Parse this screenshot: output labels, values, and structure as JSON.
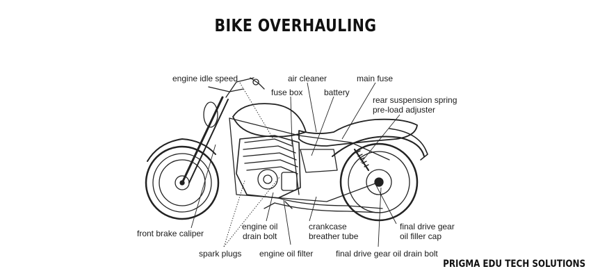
{
  "title": "BIKE OVERHAULING",
  "footer": "PRIGMA EDU TECH SOLUTIONS",
  "labels": {
    "engine_idle_speed": "engine idle speed",
    "air_cleaner": "air cleaner",
    "main_fuse": "main fuse",
    "fuse_box": "fuse box",
    "battery": "battery",
    "rear_suspension_line1": "rear suspension spring",
    "rear_suspension_line2": "pre-load adjuster",
    "front_brake_caliper": "front brake caliper",
    "engine_oil_drain_line1": "engine oil",
    "engine_oil_drain_line2": "drain bolt",
    "crankcase_line1": "crankcase",
    "crankcase_line2": "breather tube",
    "final_drive_filler_line1": "final drive gear",
    "final_drive_filler_line2": "oil filler cap",
    "spark_plugs": "spark plugs",
    "engine_oil_filter": "engine oil filter",
    "final_drive_drain": "final drive gear oil drain bolt"
  }
}
